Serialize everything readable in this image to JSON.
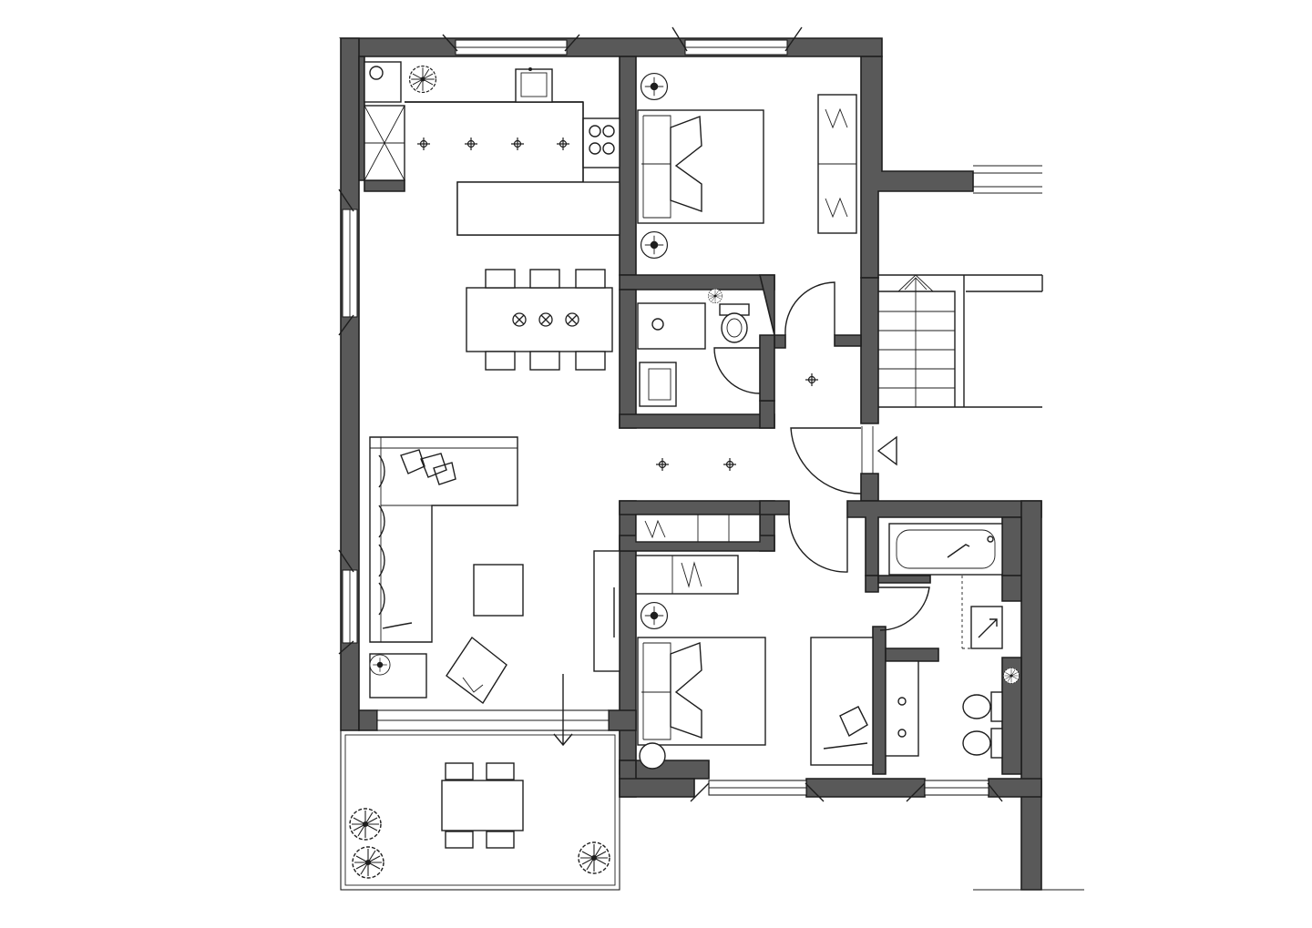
{
  "plan": {
    "colors": {
      "wall_fill": "#595959",
      "wall_stroke": "#1e1e1e",
      "line": "#1e1e1e",
      "background": "#ffffff"
    },
    "rooms": [
      {
        "name": "kitchen-living-dining"
      },
      {
        "name": "bedroom-north"
      },
      {
        "name": "wc"
      },
      {
        "name": "hallway"
      },
      {
        "name": "bedroom-south"
      },
      {
        "name": "bathroom"
      },
      {
        "name": "staircase"
      },
      {
        "name": "balcony"
      }
    ],
    "icons": [
      "ceiling-light-icon",
      "plant-icon",
      "entrance-arrow-icon",
      "bed-icon",
      "toilet-icon",
      "sink-icon",
      "bathtub-icon",
      "shower-icon",
      "stove-icon",
      "sofa-icon",
      "armchair-icon",
      "dining-table-icon",
      "wardrobe-icon"
    ]
  }
}
